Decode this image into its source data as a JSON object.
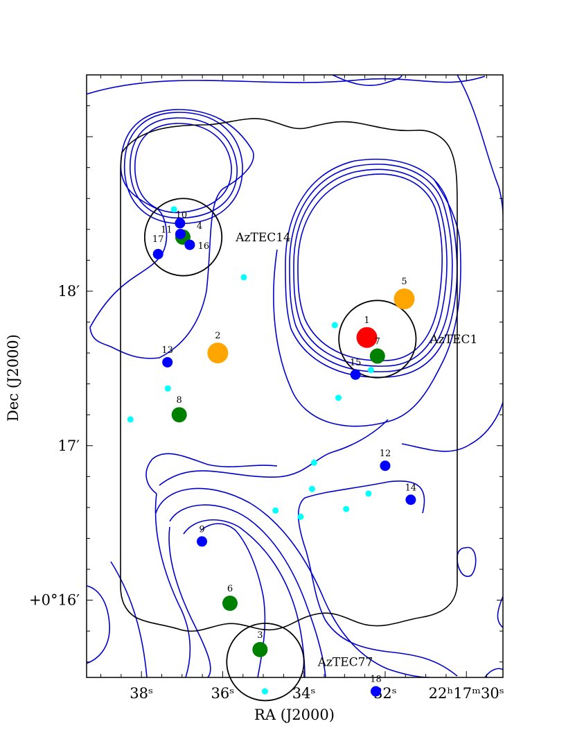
{
  "chart_data": {
    "type": "scatter",
    "xlabel": "RA (J2000)",
    "ylabel": "Dec (J2000)",
    "xlim": [
      39.35,
      29.1
    ],
    "ylim": [
      15.5,
      19.4
    ],
    "x_unit": "seconds of RA past 22h17m",
    "y_unit": "arcminutes past +0°",
    "grid": false,
    "x_ticks": [
      {
        "value": 38,
        "label": "38ˢ"
      },
      {
        "value": 36,
        "label": "36ˢ"
      },
      {
        "value": 34,
        "label": "34ˢ"
      },
      {
        "value": 32,
        "label": "32ˢ"
      },
      {
        "value": 30,
        "label": "22ʰ17ᵐ30ˢ"
      }
    ],
    "y_ticks": [
      {
        "value": 18,
        "label": "18′"
      },
      {
        "value": 17,
        "label": "17′"
      },
      {
        "value": 16,
        "label": "+0°16′"
      }
    ],
    "colors": {
      "red": "#ff0000",
      "orange": "#ffa500",
      "green": "#008000",
      "blue": "#0000ff",
      "cyan": "#00ffff",
      "contour": "#0000cc",
      "circle": "#000000"
    },
    "sources": [
      {
        "id": "1",
        "ra": 32.45,
        "dec": 17.7,
        "color": "red",
        "size": "large"
      },
      {
        "id": "2",
        "ra": 36.12,
        "dec": 17.6,
        "color": "orange",
        "size": "large"
      },
      {
        "id": "3",
        "ra": 35.08,
        "dec": 15.68,
        "color": "green",
        "size": "medium"
      },
      {
        "id": "4",
        "ra": 36.98,
        "dec": 18.35,
        "color": "green",
        "size": "medium"
      },
      {
        "id": "5",
        "ra": 31.53,
        "dec": 17.95,
        "color": "orange",
        "size": "large"
      },
      {
        "id": "6",
        "ra": 35.82,
        "dec": 15.98,
        "color": "green",
        "size": "medium"
      },
      {
        "id": "7",
        "ra": 32.19,
        "dec": 17.58,
        "color": "green",
        "size": "medium"
      },
      {
        "id": "8",
        "ra": 37.07,
        "dec": 17.2,
        "color": "green",
        "size": "medium"
      },
      {
        "id": "9",
        "ra": 36.51,
        "dec": 16.38,
        "color": "blue",
        "size": "small"
      },
      {
        "id": "10",
        "ra": 37.05,
        "dec": 18.44,
        "color": "blue",
        "size": "small"
      },
      {
        "id": "11",
        "ra": 37.04,
        "dec": 18.37,
        "color": "blue",
        "size": "small"
      },
      {
        "id": "12",
        "ra": 32.0,
        "dec": 16.87,
        "color": "blue",
        "size": "small"
      },
      {
        "id": "13",
        "ra": 37.36,
        "dec": 17.54,
        "color": "blue",
        "size": "small"
      },
      {
        "id": "14",
        "ra": 31.37,
        "dec": 16.65,
        "color": "blue",
        "size": "small"
      },
      {
        "id": "15",
        "ra": 32.73,
        "dec": 17.46,
        "color": "blue",
        "size": "small"
      },
      {
        "id": "16",
        "ra": 36.81,
        "dec": 18.3,
        "color": "blue",
        "size": "small"
      },
      {
        "id": "17",
        "ra": 37.59,
        "dec": 18.24,
        "color": "blue",
        "size": "small"
      },
      {
        "id": "18",
        "ra": 32.23,
        "dec": 15.41,
        "color": "blue",
        "size": "small"
      }
    ],
    "cyan_points": [
      {
        "ra": 37.2,
        "dec": 18.53
      },
      {
        "ra": 35.48,
        "dec": 18.09
      },
      {
        "ra": 33.24,
        "dec": 17.78
      },
      {
        "ra": 32.35,
        "dec": 17.49
      },
      {
        "ra": 37.35,
        "dec": 17.37
      },
      {
        "ra": 33.15,
        "dec": 17.31
      },
      {
        "ra": 38.27,
        "dec": 17.17
      },
      {
        "ra": 33.75,
        "dec": 16.89
      },
      {
        "ra": 33.8,
        "dec": 16.72
      },
      {
        "ra": 32.41,
        "dec": 16.69
      },
      {
        "ra": 32.96,
        "dec": 16.59
      },
      {
        "ra": 34.7,
        "dec": 16.58
      },
      {
        "ra": 34.08,
        "dec": 16.54
      },
      {
        "ra": 34.96,
        "dec": 15.41
      }
    ],
    "circles": [
      {
        "label": "AzTEC14",
        "ra": 36.97,
        "dec": 18.35,
        "radius_arcsec": 15
      },
      {
        "label": "AzTEC1",
        "ra": 32.19,
        "dec": 17.69,
        "radius_arcsec": 15
      },
      {
        "label": "AzTEC77",
        "ra": 34.95,
        "dec": 15.6,
        "radius_arcsec": 15
      }
    ]
  }
}
